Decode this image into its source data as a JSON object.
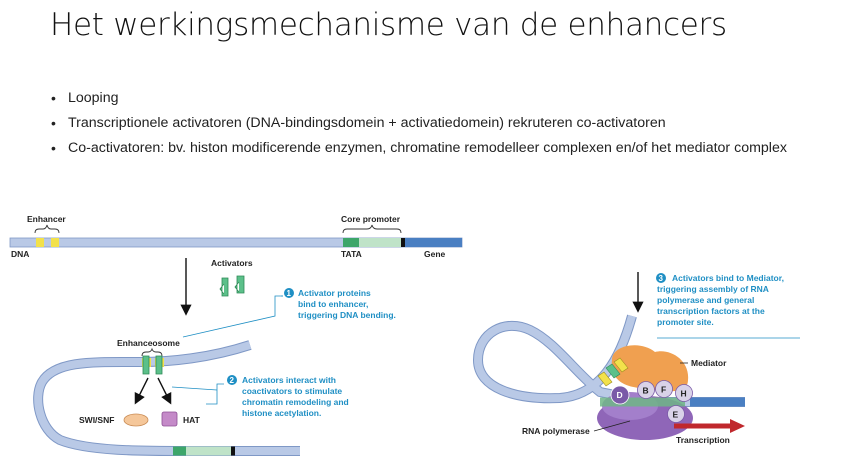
{
  "slide": {
    "title": "Het werkingsmechanisme van de enhancers",
    "bullets": [
      "Looping",
      "Transcriptionele activatoren (DNA-bindingsdomein + activatiedomein) rekruteren co-activatoren",
      "Co-activatoren: bv. histon modificerende enzymen,  chromatine remodelleer complexen en/of het mediator complex"
    ]
  },
  "figure": {
    "labels": {
      "enhancer": "Enhancer",
      "core_promoter": "Core promoter",
      "dna": "DNA",
      "tata": "TATA",
      "gene": "Gene",
      "activators": "Activators",
      "enhanceosome": "Enhanceosome",
      "swi_snf": "SWI/SNF",
      "hat": "HAT",
      "mediator": "Mediator",
      "rna_polymerase": "RNA polymerase",
      "transcription": "Transcription"
    },
    "steps": [
      {
        "number": "1",
        "lines": [
          "Activator proteins",
          "bind to enhancer,",
          "triggering DNA bending."
        ]
      },
      {
        "number": "2",
        "lines": [
          "Activators interact with",
          "coactivators to stimulate",
          "chromatin remodeling and",
          "histone acetylation."
        ]
      },
      {
        "number": "3",
        "lines": [
          "Activators bind to Mediator,",
          "triggering assembly of RNA",
          "polymerase and general",
          "transcription factors at the",
          "promoter site."
        ]
      }
    ],
    "gtf_letters": [
      "D",
      "B",
      "F",
      "H",
      "E"
    ],
    "colors": {
      "dna": "#b9c9e6",
      "dna_edge": "#7f98c6",
      "enhancer": "#f2e14b",
      "tata": "#3da66a",
      "promoter": "#bfe3c8",
      "gene": "#4a7fc2",
      "activator": "#5cc08a",
      "annotation": "#1f8fc4",
      "mediator": "#f0a050",
      "polymerase": "#8f66b8",
      "arrow": "#c0282d"
    }
  }
}
